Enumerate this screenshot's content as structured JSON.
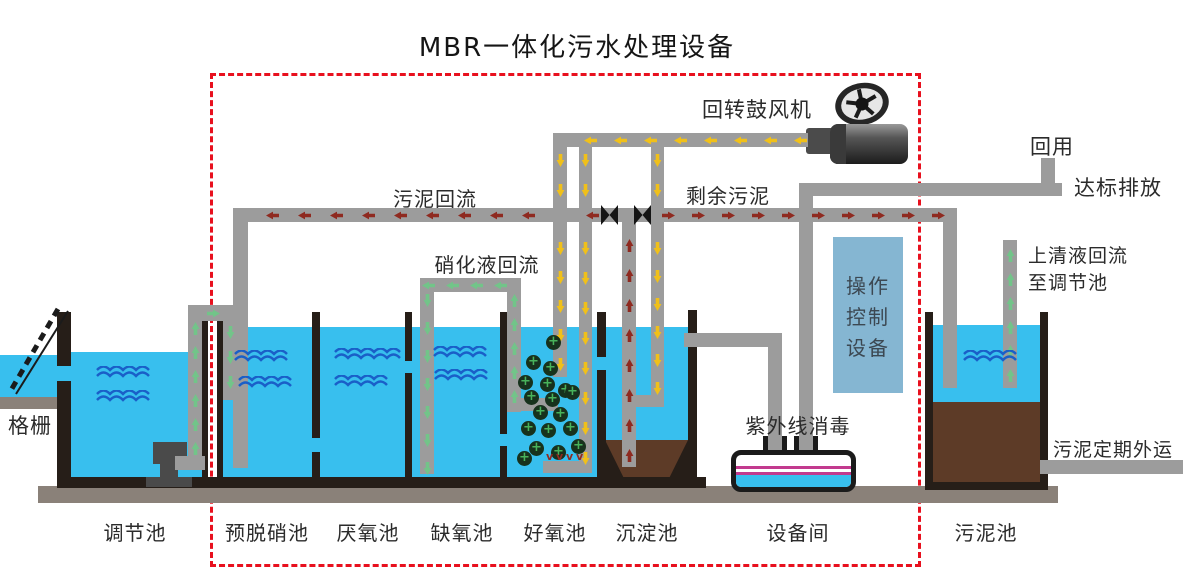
{
  "title": "MBR一体化污水处理设备",
  "labels": {
    "blower": "回转鼓风机",
    "sludge_return": "污泥回流",
    "excess_sludge": "剩余污泥",
    "nitrified_liquid_return": "硝化液回流",
    "reuse": "回用",
    "standard_discharge": "达标排放",
    "supernatant_return_line1": "上清液回流",
    "supernatant_return_line2": "至调节池",
    "control_line1": "操作",
    "control_line2": "控制",
    "control_line3": "设备",
    "uv_disinfection": "紫外线消毒",
    "bar_screen": "格栅",
    "sludge_removal": "污泥定期外运"
  },
  "tanks": [
    {
      "label": "调节池"
    },
    {
      "label": "预脱硝池"
    },
    {
      "label": "厌氧池"
    },
    {
      "label": "缺氧池"
    },
    {
      "label": "好氧池"
    },
    {
      "label": "沉淀池"
    },
    {
      "label": "设备间"
    },
    {
      "label": "污泥池"
    }
  ],
  "colors": {
    "water": "#38bfee",
    "wave": "#1a5fc8",
    "pipe": "#9c9c9c",
    "wall": "#261e18",
    "sludge": "#5d3b27",
    "ground": "#8a8179",
    "boundary": "#e8101e",
    "arrow_yellow": "#f0c01a",
    "arrow_red": "#8f2a20",
    "arrow_green": "#72c489",
    "control": "#85b6d2",
    "uv_stripe": "#c23a8e"
  }
}
